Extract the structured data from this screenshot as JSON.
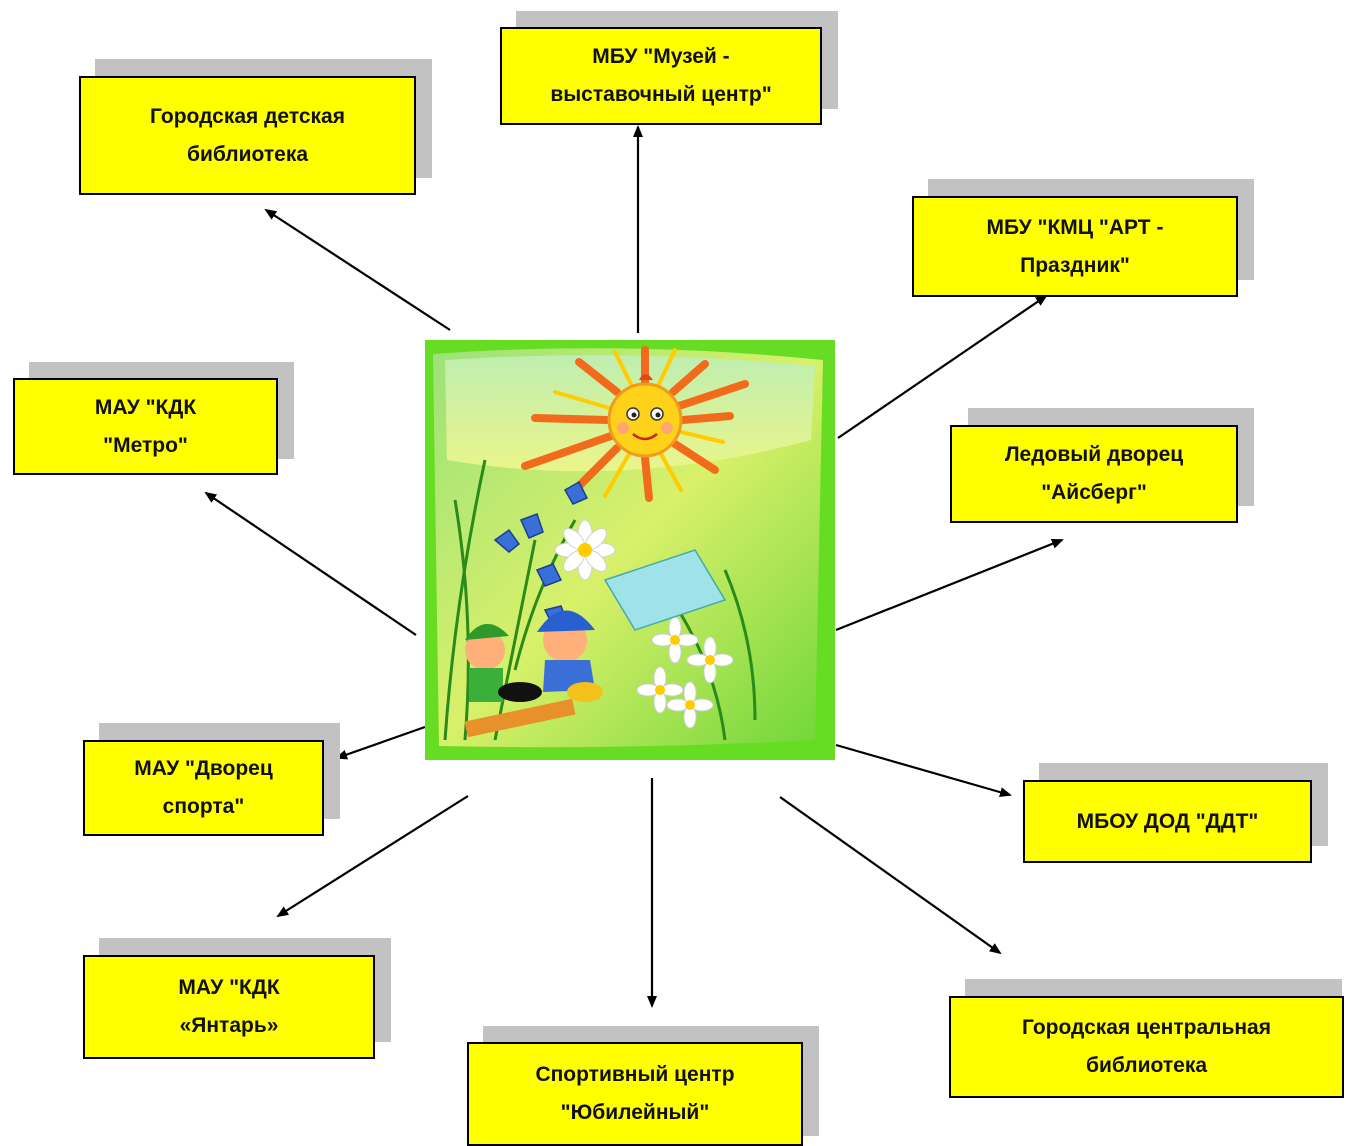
{
  "nodes": [
    {
      "id": "gorodskaya-detskaya-biblioteka",
      "label": "Городская детская\nбиблиотека"
    },
    {
      "id": "muzey-vystavochny-tsentr",
      "label": "МБУ \"Музей -\nвыставочный центр\""
    },
    {
      "id": "kmts-art-prazdnik",
      "label": "МБУ \"КМЦ \"АРТ -\nПраздник\""
    },
    {
      "id": "kdk-metro",
      "label": "МАУ \"КДК\n\"Метро\""
    },
    {
      "id": "ledovy-dvorets-aysberg",
      "label": "Ледовый дворец\n\"Айсберг\""
    },
    {
      "id": "dvorets-sporta",
      "label": "МАУ \"Дворец\nспорта\""
    },
    {
      "id": "mbou-dod-ddt",
      "label": "МБОУ ДОД \"ДДТ\""
    },
    {
      "id": "kdk-yantar",
      "label": "МАУ \"КДК\n«Янтарь»"
    },
    {
      "id": "sportivny-tsentr-yubileyny",
      "label": "Спортивный центр\n\"Юбилейный\""
    },
    {
      "id": "gorodskaya-tsentralnaya-biblioteka",
      "label": "Городская  центральная\nбиблиотека"
    }
  ],
  "colors": {
    "box_fill": "#ffff00",
    "box_border": "#000000",
    "shadow": "#c2c2c2",
    "arrow": "#000000",
    "picture_green": "#66dd22",
    "sun": "#ffcc00"
  },
  "center_picture": {
    "description_icon": "children-sun-flowers-illustration"
  }
}
